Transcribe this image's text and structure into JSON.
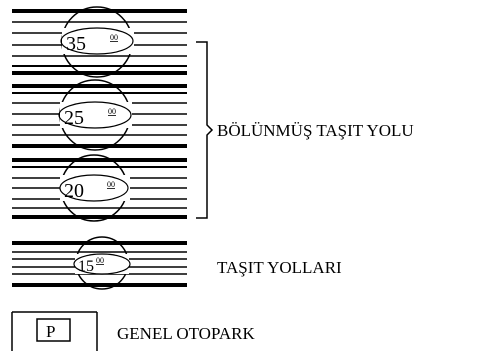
{
  "legend": {
    "divided_roads": [
      {
        "width_main": "35",
        "width_sup": "00"
      },
      {
        "width_main": "25",
        "width_sup": "00"
      },
      {
        "width_main": "20",
        "width_sup": "00"
      }
    ],
    "divided_road_label": "BÖLÜNMÜŞ TAŞIT YOLU",
    "vehicle_road": {
      "width_main": "15",
      "width_sup": "00"
    },
    "vehicle_road_label": "TAŞIT YOLLARI",
    "parking_symbol": "P",
    "parking_label": "GENEL OTOPARK"
  }
}
